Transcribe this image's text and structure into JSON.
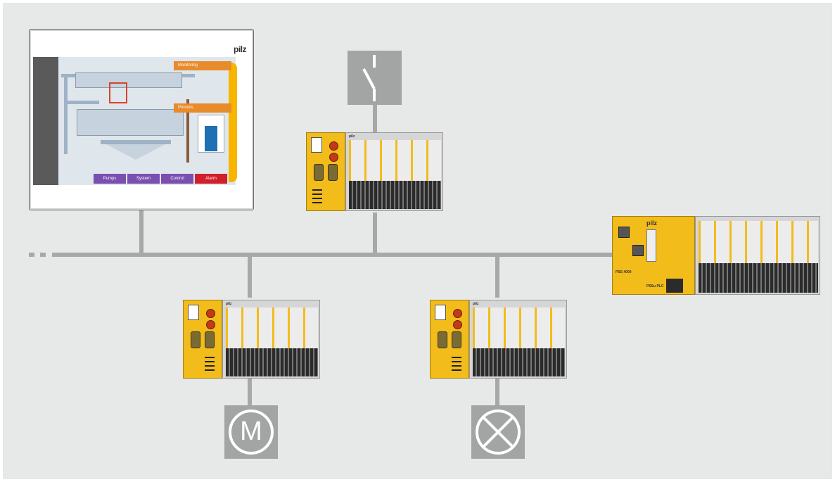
{
  "diagram": {
    "hmi": {
      "logo": "pilz",
      "labels": [
        "Monitoring",
        "Process"
      ],
      "buttons": [
        "Pumps",
        "System",
        "Control",
        "Alarm"
      ]
    },
    "plc": {
      "model": "PSS 4000",
      "name": "PSSu PLC",
      "logo": "pilz"
    },
    "io_logo": "pilz",
    "symbols": {
      "motor": "M"
    },
    "colors": {
      "background": "#e7e8e8",
      "bus": "#a7a8a8",
      "pilz_yellow": "#f2bc1b",
      "hmi_accent": "#e78b2b",
      "hmi_buttons": "#7a4fb0",
      "alarm_button": "#d0202a"
    }
  }
}
